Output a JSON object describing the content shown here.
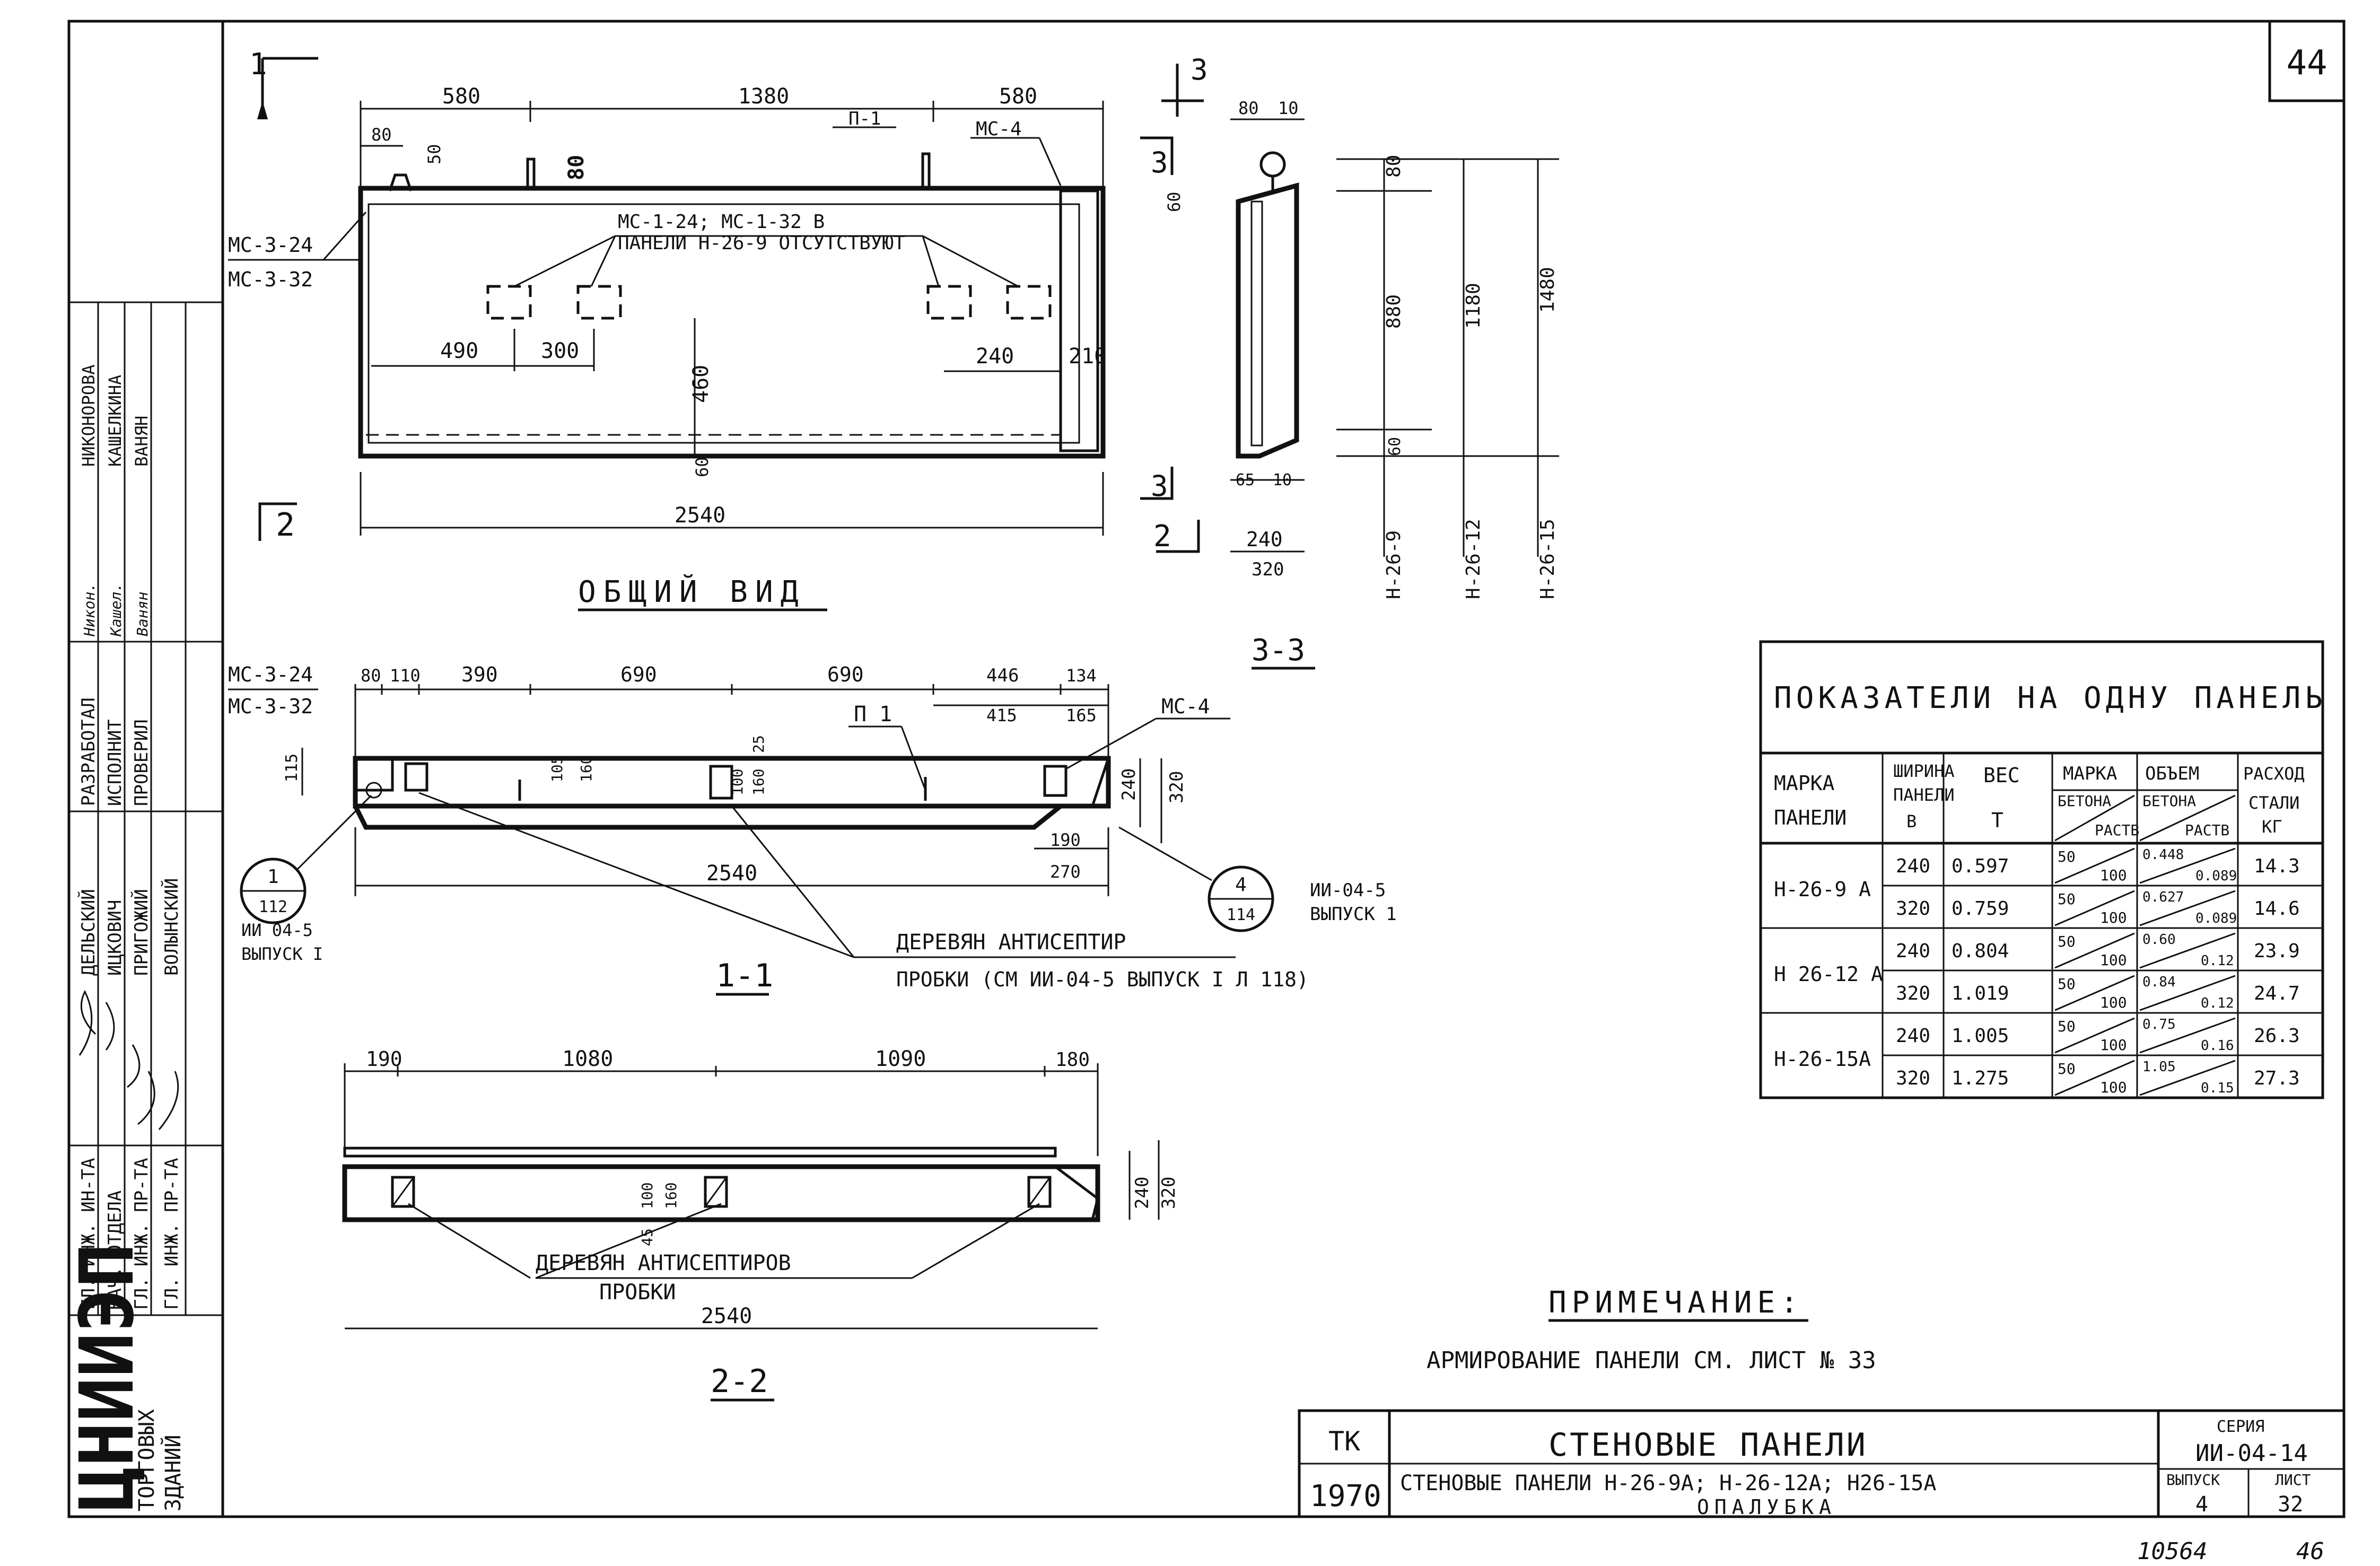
{
  "sheet": {
    "corner_number": "44",
    "handwritten_number_left": "10564",
    "handwritten_number_right": "46"
  },
  "left_strip": {
    "org_vertical": "ЦНИИЭП",
    "org_sub_vertical": [
      "ТОРГОВЫХ",
      "ЗДАНИЙ"
    ],
    "roles": [
      "ГЛ. ИНЖ. ИН-ТА",
      "НАЧ. ОТДЕЛА",
      "ГЛ. ИНЖ. ПР-ТА",
      "ГЛ. ИНЖ. ПР-ТА"
    ],
    "names_a": [
      "ДЕЛЬСКИЙ",
      "ИЦКОВИЧ",
      "ПРИГОЖИЙ",
      "ВОЛЫНСКИЙ"
    ],
    "stage_labels": [
      "РАЗРАБОТАЛ",
      "ИСПОЛНИТ",
      "ПРОВЕРИЛ"
    ],
    "names_b": [
      "НИКОНОРОВА",
      "КАШЕЛКИНА",
      "ВАНЯН"
    ],
    "signatures": [
      "Никон.",
      "Кашел.",
      "Ванян"
    ]
  },
  "general_view": {
    "title": "ОБЩИЙ ВИД",
    "dims_top": [
      "580",
      "1380",
      "580"
    ],
    "dims_small": [
      "80",
      "50",
      "80"
    ],
    "label_p1": "П-1",
    "label_mc4": "МС-4",
    "label_mc3_24": "МС-3-24",
    "label_mc3_32": "МС-3-32",
    "note_line1": "МС-1-24; МС-1-32 В",
    "note_line2": "ПАНЕЛИ Н-26-9 ОТСУТСТВУЮТ",
    "dim_490": "490",
    "dim_300": "300",
    "dim_460": "460",
    "dim_240": "240",
    "dim_210": "210",
    "dim_60": "60",
    "dim_2540": "2540",
    "cut_1": "1",
    "cut_2": "2",
    "cut_3": "3"
  },
  "section_3_3": {
    "title": "3-3",
    "dims_top": [
      "80",
      "10"
    ],
    "dim_60": "60",
    "dims_bottom": [
      "65",
      "10"
    ],
    "dims_width": [
      "240",
      "320"
    ],
    "heights": [
      "80",
      "880",
      "60"
    ],
    "total_heights": [
      "1180",
      "1480"
    ],
    "panel_marks": [
      "Н-26-9",
      "Н-26-12",
      "Н-26-15"
    ]
  },
  "section_1_1": {
    "title": "1-1",
    "label_mc3_24": "МС-3-24",
    "label_mc3_32": "МС-3-32",
    "dims_top": [
      "80",
      "110",
      "390",
      "690",
      "690",
      "446",
      "134"
    ],
    "dims_top2": [
      "415",
      "165"
    ],
    "label_p1": "П 1",
    "label_mc4": "МС-4",
    "dims_vert": [
      "115",
      "105",
      "160",
      "100",
      "25",
      "160"
    ],
    "dims_right": [
      "240",
      "320"
    ],
    "dims_bottom": [
      "190",
      "270"
    ],
    "dim_total": "2540",
    "callout_left_num": "1",
    "callout_left_den": "112",
    "callout_left_ref1": "ИИ 04-5",
    "callout_left_ref2": "ВЫПУСК I",
    "callout_right_num": "4",
    "callout_right_den": "114",
    "callout_right_ref1": "ИИ-04-5",
    "callout_right_ref2": "ВЫПУСК 1",
    "plug_note1": "ДЕРЕВЯН АНТИСЕПТИР",
    "plug_note2": "ПРОБКИ (СМ ИИ-04-5 ВЫПУСК I Л 118)"
  },
  "section_2_2": {
    "title": "2-2",
    "dims_top": [
      "190",
      "1080",
      "1090",
      "180"
    ],
    "dims_vert": [
      "100",
      "160",
      "45"
    ],
    "dims_right": [
      "240",
      "320"
    ],
    "plug_note1": "ДЕРЕВЯН АНТИСЕПТИРОВ",
    "plug_note2": "ПРОБКИ",
    "dim_total": "2540"
  },
  "table": {
    "title": "ПОКАЗАТЕЛИ НА ОДНУ ПАНЕЛЬ",
    "headers": {
      "mark": [
        "МАРКА",
        "ПАНЕЛИ"
      ],
      "width": [
        "ШИРИНА",
        "ПАНЕЛИ",
        "В"
      ],
      "weight": [
        "ВЕС",
        "Т"
      ],
      "grade": [
        "МАРКА",
        "БЕТОНА",
        "РАСТВ"
      ],
      "volume": [
        "ОБЪЕМ",
        "БЕТОНА",
        "РАСТВ"
      ],
      "steel": [
        "РАСХОД",
        "СТАЛИ",
        "КГ"
      ]
    },
    "groups": [
      {
        "mark": "Н-26-9 А",
        "rows": [
          {
            "width": "240",
            "weight": "0.597",
            "grade_a": "50",
            "grade_b": "100",
            "vol_a": "0.448",
            "vol_b": "0.089",
            "steel": "14.3"
          },
          {
            "width": "320",
            "weight": "0.759",
            "grade_a": "50",
            "grade_b": "100",
            "vol_a": "0.627",
            "vol_b": "0.089",
            "steel": "14.6"
          }
        ]
      },
      {
        "mark": "Н 26-12 А",
        "rows": [
          {
            "width": "240",
            "weight": "0.804",
            "grade_a": "50",
            "grade_b": "100",
            "vol_a": "0.60",
            "vol_b": "0.12",
            "steel": "23.9"
          },
          {
            "width": "320",
            "weight": "1.019",
            "grade_a": "50",
            "grade_b": "100",
            "vol_a": "0.84",
            "vol_b": "0.12",
            "steel": "24.7"
          }
        ]
      },
      {
        "mark": "Н-26-15А",
        "rows": [
          {
            "width": "240",
            "weight": "1.005",
            "grade_a": "50",
            "grade_b": "100",
            "vol_a": "0.75",
            "vol_b": "0.16",
            "steel": "26.3"
          },
          {
            "width": "320",
            "weight": "1.275",
            "grade_a": "50",
            "grade_b": "100",
            "vol_a": "1.05",
            "vol_b": "0.15",
            "steel": "27.3"
          }
        ]
      }
    ]
  },
  "note": {
    "title": "ПРИМЕЧАНИЕ:",
    "text": "АРМИРОВАНИЕ ПАНЕЛИ СМ. ЛИСТ № 33"
  },
  "title_block": {
    "tk": "ТК",
    "year": "1970",
    "main_title": "СТЕНОВЫЕ ПАНЕЛИ",
    "subtitle": "СТЕНОВЫЕ ПАНЕЛИ Н-26-9А; Н-26-12А; Н26-15А",
    "subtitle2": "ОПАЛУБКА",
    "series_label": "СЕРИЯ",
    "series_value": "ИИ-04-14",
    "issue_label": "ВЫПУСК",
    "issue_value": "4",
    "sheet_label": "ЛИСТ",
    "sheet_value": "32"
  }
}
